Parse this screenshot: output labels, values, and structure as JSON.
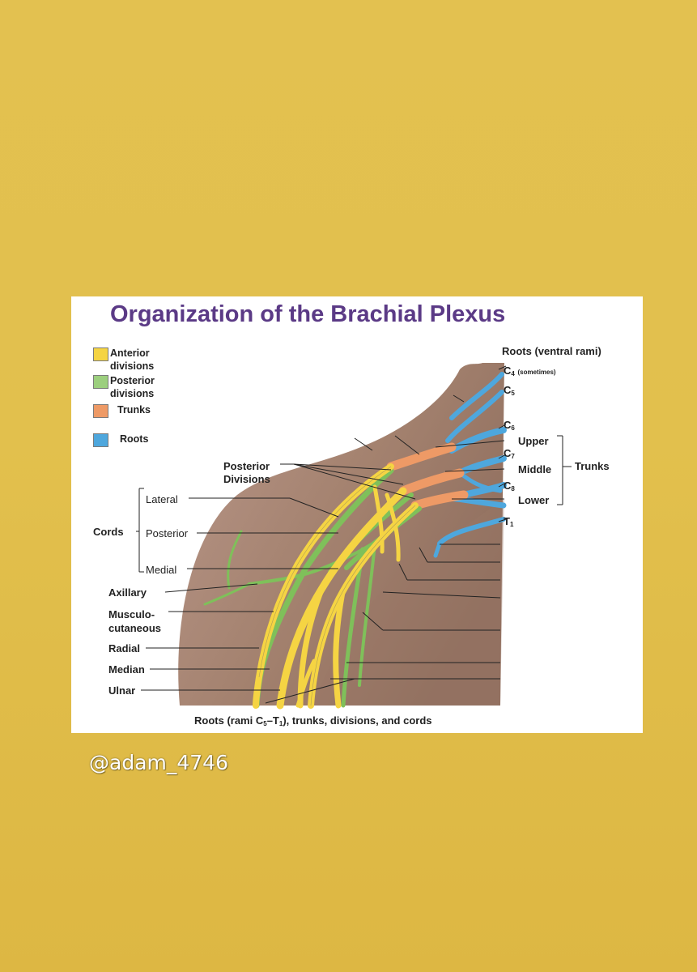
{
  "title": "Organization of the Brachial Plexus",
  "legend": [
    {
      "label": "Anterior\ndivisions",
      "color": "#F5D443"
    },
    {
      "label": "Posterior\ndivisions",
      "color": "#9CCF7E"
    },
    {
      "label": "Trunks",
      "color": "#EE9A66"
    },
    {
      "label": "Roots",
      "color": "#4EA7DD"
    }
  ],
  "roots_heading": "Roots (ventral rami)",
  "roots": {
    "c4": "C",
    "c4_sub": "4",
    "c4_note": "(sometimes)",
    "c5": "C",
    "c5_sub": "5",
    "c6": "C",
    "c6_sub": "6",
    "c7": "C",
    "c7_sub": "7",
    "c8": "C",
    "c8_sub": "8",
    "t1": "T",
    "t1_sub": "1"
  },
  "trunks": {
    "upper": "Upper",
    "middle": "Middle",
    "lower": "Lower",
    "group": "Trunks"
  },
  "divisions_label": "Posterior\nDivisions",
  "cords": {
    "group": "Cords",
    "lateral": "Lateral",
    "posterior": "Posterior",
    "medial": "Medial"
  },
  "nerves": {
    "axillary": "Axillary",
    "musculocutaneous": "Musculo-\ncutaneous",
    "radial": "Radial",
    "median": "Median",
    "ulnar": "Ulnar"
  },
  "caption": {
    "part1": "Roots (rami C",
    "sub1": "5",
    "part2": "–T",
    "sub2": "1",
    "part3": "), trunks, divisions, and cords"
  },
  "watermark": "@adam_4746",
  "colors": {
    "background": "#E2C04D",
    "title": "#5B3A86",
    "skin": "#A58373",
    "anterior": "#F5D443",
    "posterior": "#7FC05A",
    "trunk": "#EE9A66",
    "root": "#4EA7DD"
  }
}
